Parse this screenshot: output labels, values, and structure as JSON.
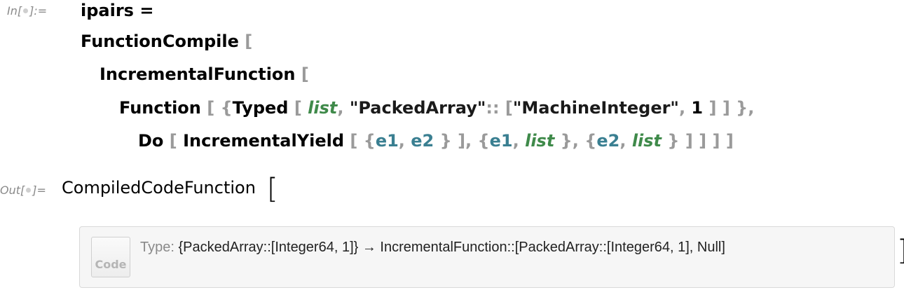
{
  "input_cell": {
    "label_prefix": "In[",
    "label_suffix": "]:=",
    "lines": {
      "l1": {
        "name": "ipairs",
        "op": "="
      },
      "l2": {
        "head": "FunctionCompile",
        "br": "["
      },
      "l3": {
        "head": "IncrementalFunction",
        "br": "["
      },
      "l4": {
        "head": "Function",
        "b1": "[",
        "b2": "{",
        "typed": "Typed",
        "b3": "[",
        "arg": "list",
        "comma1": ",",
        "str1": "\"PackedArray\"",
        "sep": "::",
        "b4": "[",
        "str2": "\"MachineInteger\"",
        "comma2": ",",
        "num": "1",
        "b5": "]",
        "b6": "]",
        "b7": "}",
        "comma3": ","
      },
      "l5": {
        "head": "Do",
        "b1": "[",
        "yield": "IncrementalYield",
        "b2": "[",
        "b3": "{",
        "e1": "e1",
        "comma1": ",",
        "e2": "e2",
        "b4": "}",
        "b5": "]",
        "comma2": ",",
        "b6": "{",
        "e1b": "e1",
        "comma3": ",",
        "list1": "list",
        "b7": "}",
        "comma4": ",",
        "b8": "{",
        "e2b": "e2",
        "comma5": ",",
        "list2": "list",
        "b9": "}",
        "close": "] ] ] ]"
      }
    }
  },
  "output_cell": {
    "label_prefix": "Out[",
    "label_suffix": "]=",
    "head": "CompiledCodeFunction",
    "open_bracket": "[",
    "close_bracket": "]",
    "summary": {
      "icon_label": "Code",
      "type_key": "Type:",
      "type_value": "{PackedArray::[Integer64, 1]} → IncrementalFunction::[PackedArray::[Integer64, 1], Null]"
    }
  }
}
